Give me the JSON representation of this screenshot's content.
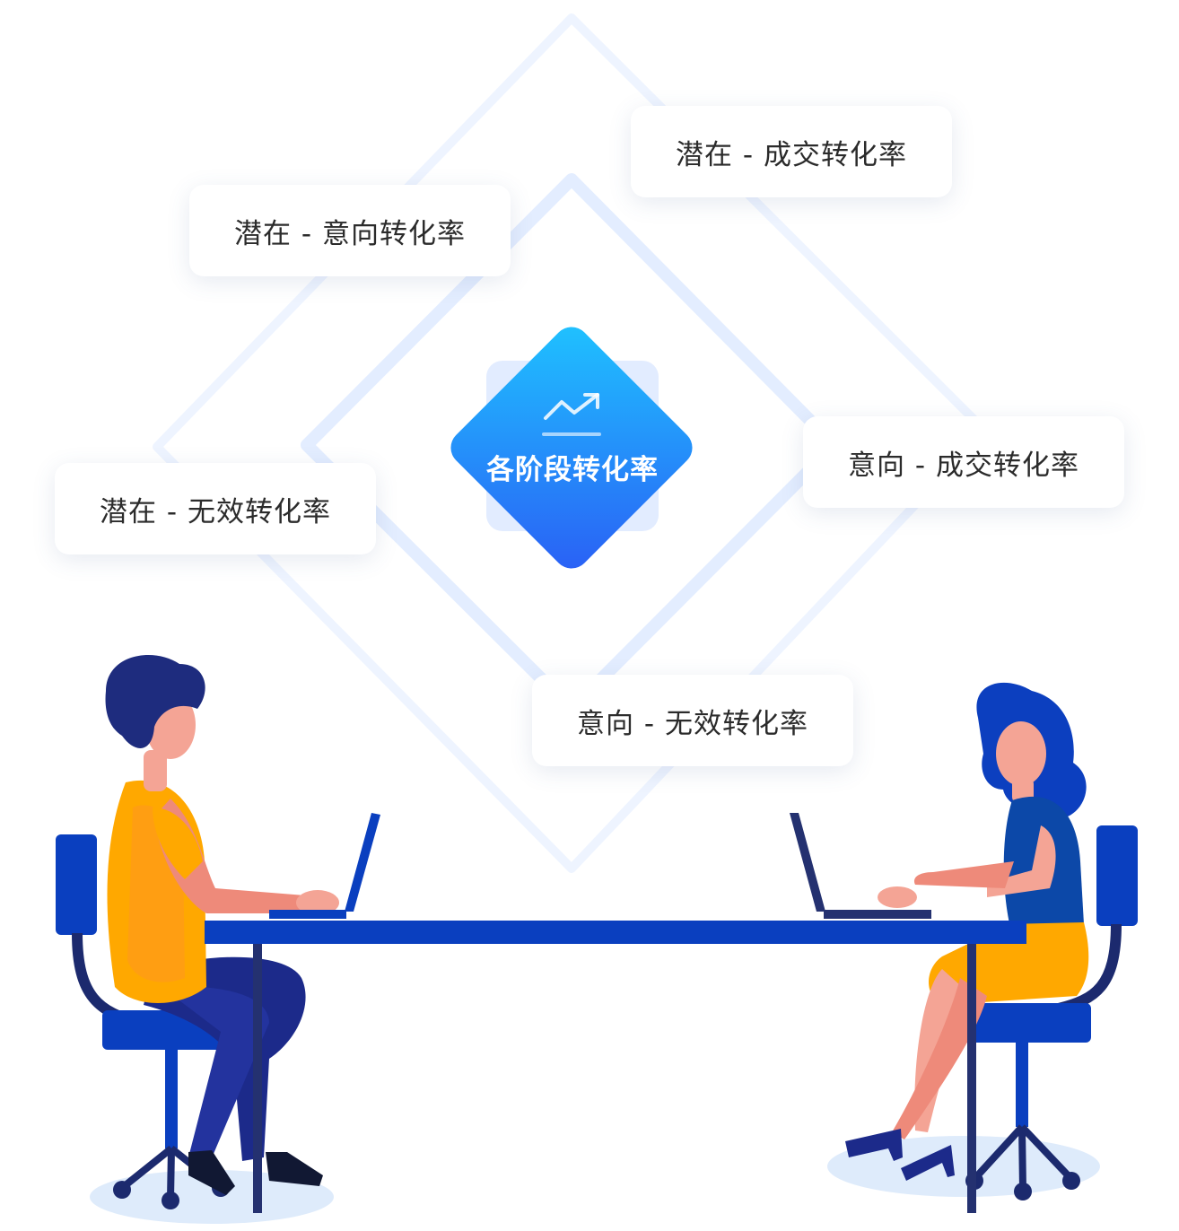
{
  "center": {
    "label": "各阶段转化率",
    "icon": "trend-up-icon"
  },
  "cards": [
    {
      "label": "潜在 - 成交转化率"
    },
    {
      "label": "潜在 - 意向转化率"
    },
    {
      "label": "潜在 - 无效转化率"
    },
    {
      "label": "意向 - 成交转化率"
    },
    {
      "label": "意向 - 无效转化率"
    }
  ],
  "colors": {
    "diamond_start": "#1fb8ff",
    "diamond_end": "#2a6cf6",
    "ring": "#dfeaff",
    "navy": "#1c2a6e",
    "blue": "#0a3fbf",
    "yellow": "#ffa800",
    "skin": "#f4a495"
  }
}
